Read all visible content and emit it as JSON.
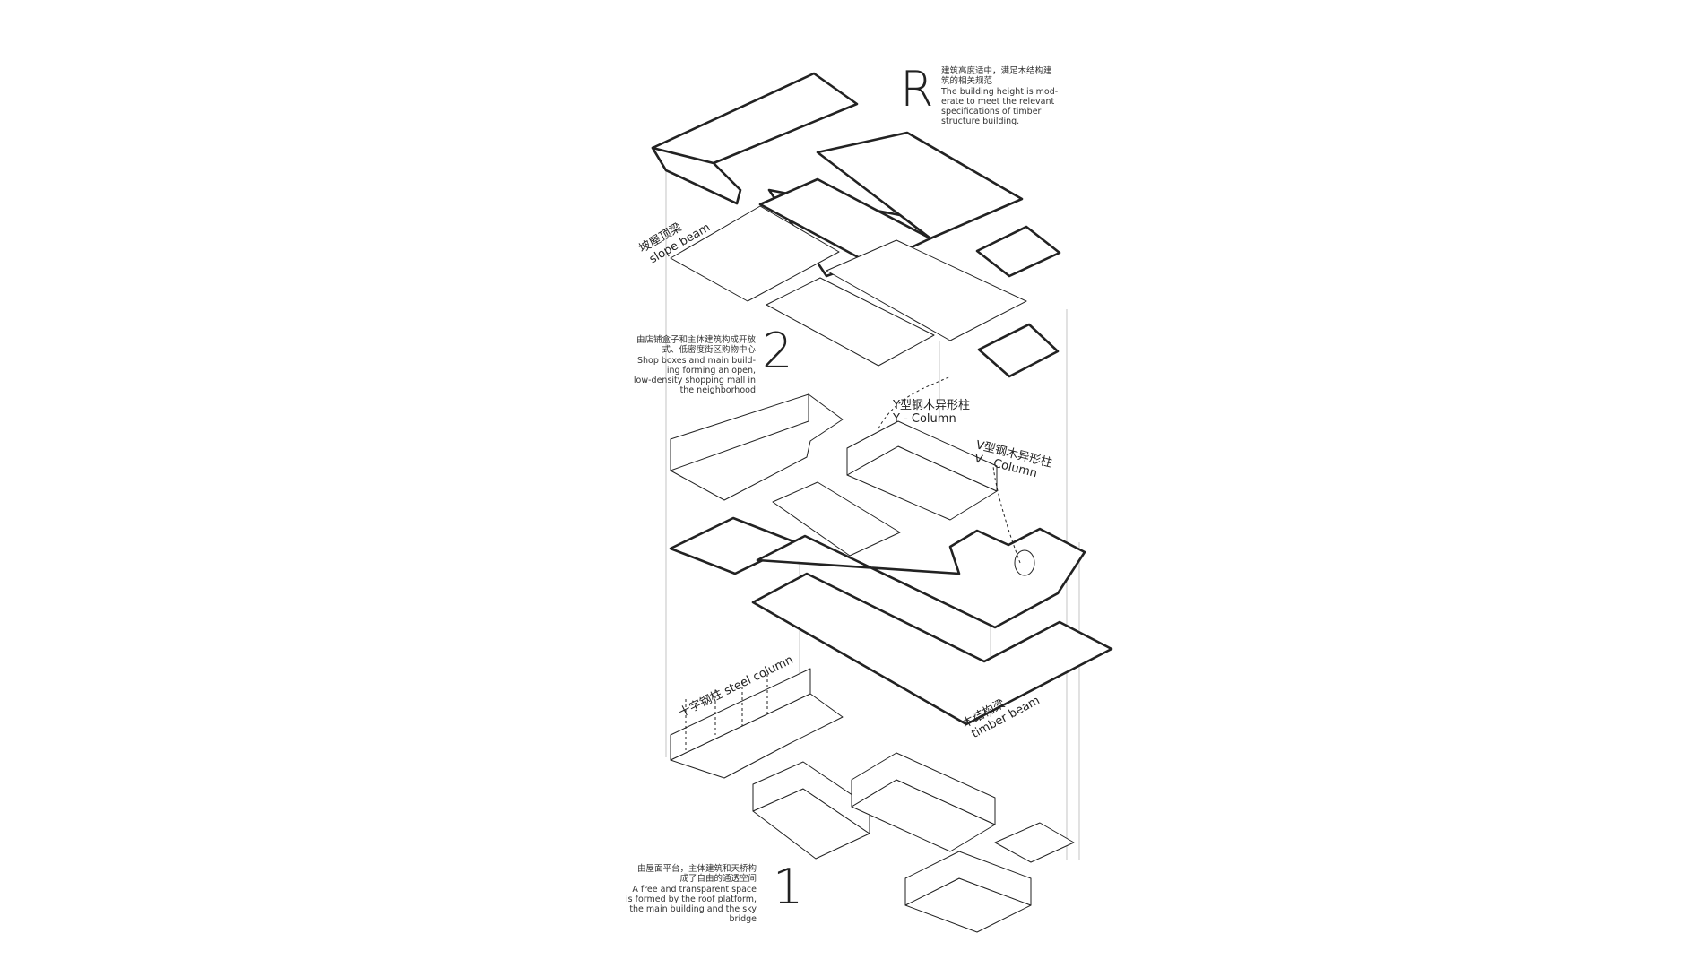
{
  "labels": {
    "stage_r": {
      "letter": "R",
      "cn": [
        "建筑高度适中，满足木结构建",
        "筑的相关规范"
      ],
      "en": [
        "The building height is mod-",
        "erate to meet the relevant",
        "specifications of timber",
        "structure building."
      ]
    },
    "stage_2": {
      "number": "2",
      "cn": [
        "由店铺盒子和主体建筑构成开放",
        "式、低密度街区购物中心"
      ],
      "en": [
        "Shop boxes and main build-",
        "ing forming an open,",
        "low-density shopping mall in",
        "the neighborhood"
      ]
    },
    "stage_1": {
      "number": "1",
      "cn": [
        "由屋面平台，主体建筑和天桥构",
        "成了自由的通透空间"
      ],
      "en": [
        "A free and transparent space",
        "is formed by the roof platform,",
        "the main building and the sky",
        "bridge"
      ]
    },
    "slope_beam": {
      "cn": "坡屋顶梁",
      "en": "slope beam"
    },
    "y_column": {
      "cn": "Y型钢木异形柱",
      "en": "Y - Column"
    },
    "v_column": {
      "cn": "V型钢木异形柱",
      "en": "V - Column"
    },
    "steel_column": "十字钢柱 steel column",
    "timber_beam": {
      "cn": "木结构梁",
      "en": "timber beam"
    }
  }
}
